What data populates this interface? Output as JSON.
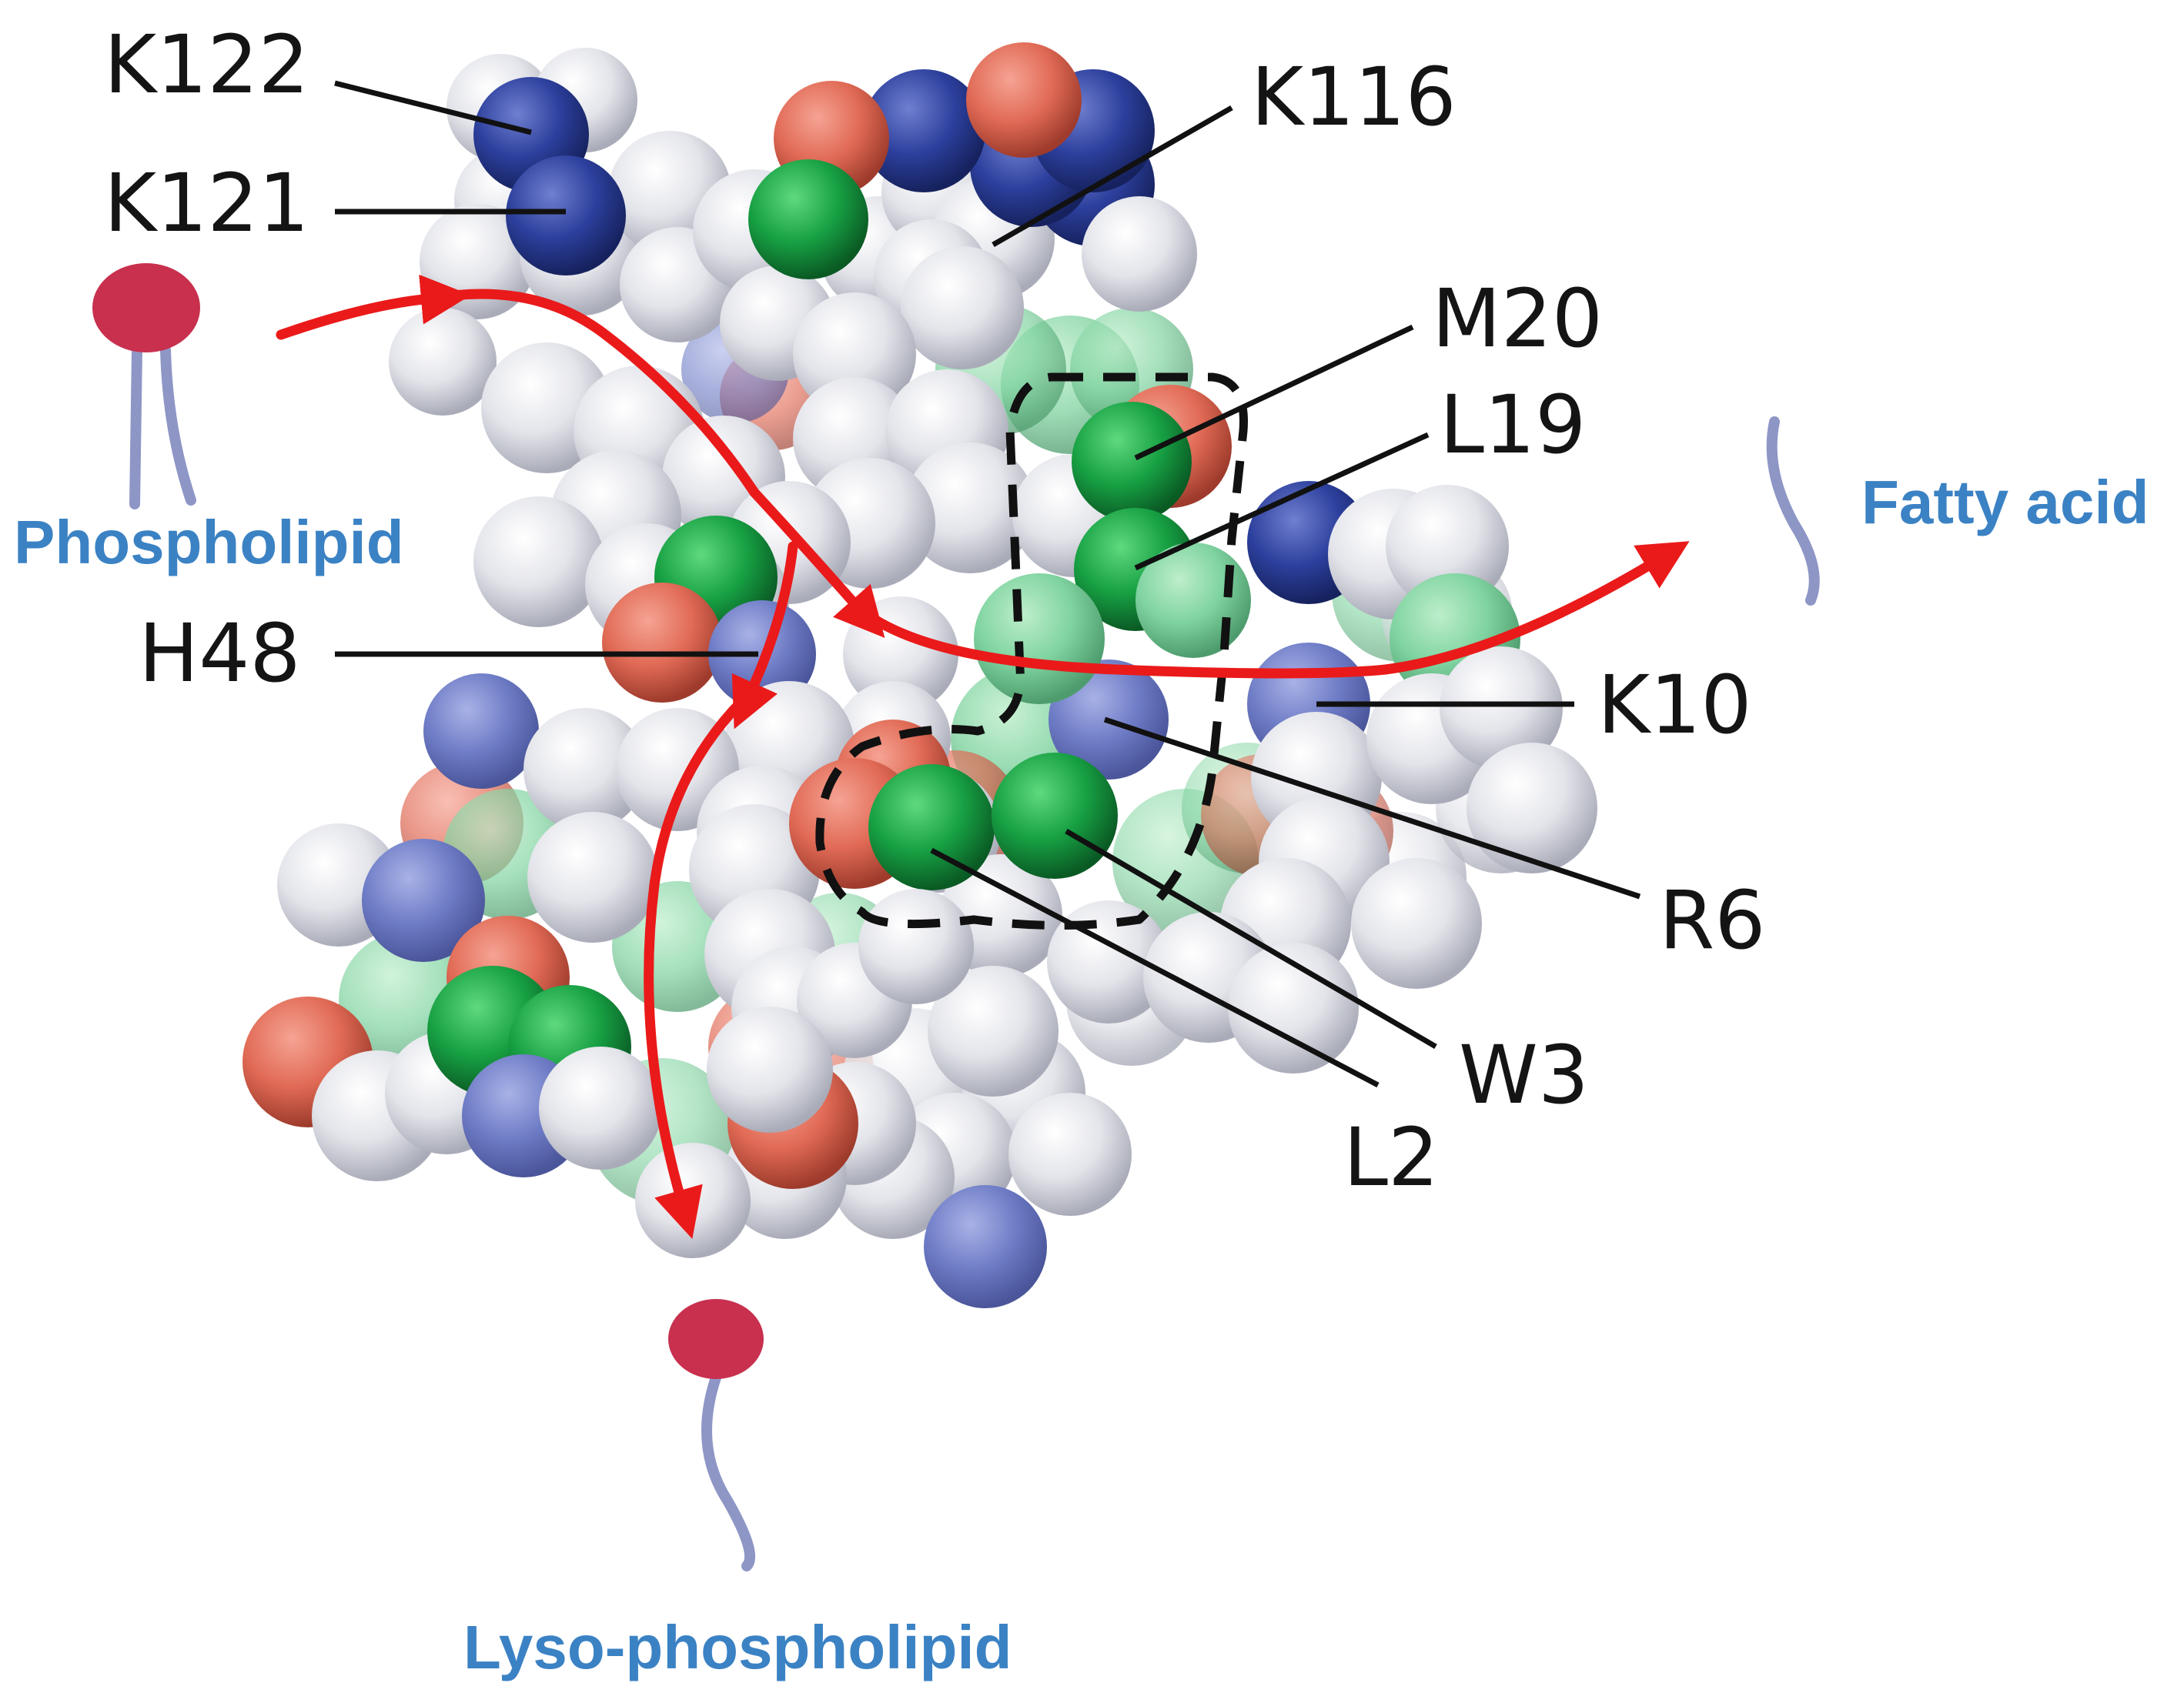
{
  "colors": {
    "background": "#ffffff",
    "residue_lysine_arginine_blue": "#2b3f9a",
    "residue_hydrophobic_green": "#17a043",
    "residue_acidic_salmon": "#e06a55",
    "residue_other_white": "#e6e7ec",
    "enzyme_flow_arrow": "#ea1a1a",
    "lipid_headgroup": "#c8304e",
    "lipid_tail": "#8e96c6",
    "molecule_label_text": "#3b82c4",
    "residue_label_text": "#141414"
  },
  "residue_labels": [
    {
      "id": "k122",
      "text": "K122"
    },
    {
      "id": "k121",
      "text": "K121"
    },
    {
      "id": "k116",
      "text": "K116"
    },
    {
      "id": "m20",
      "text": "M20"
    },
    {
      "id": "l19",
      "text": "L19"
    },
    {
      "id": "h48",
      "text": "H48"
    },
    {
      "id": "k10",
      "text": "K10"
    },
    {
      "id": "r6",
      "text": "R6"
    },
    {
      "id": "w3",
      "text": "W3"
    },
    {
      "id": "l2",
      "text": "L2"
    }
  ],
  "molecules": {
    "substrate": {
      "label": "Phospholipid",
      "icon": "phospholipid-icon"
    },
    "product_1": {
      "label": "Fatty acid",
      "icon": "fatty-acid-icon"
    },
    "product_2": {
      "label": "Lyso-phospholipid",
      "icon": "lysophospholipid-icon"
    }
  },
  "annotations": {
    "binding_pocket_outline": "dashed black outline around residues M20, L19, R6, W3, L2",
    "flow_arrows": "red arrows: phospholipid enters across the enzyme surface, splits into fatty acid (right) and lyso-phospholipid (bottom)"
  }
}
